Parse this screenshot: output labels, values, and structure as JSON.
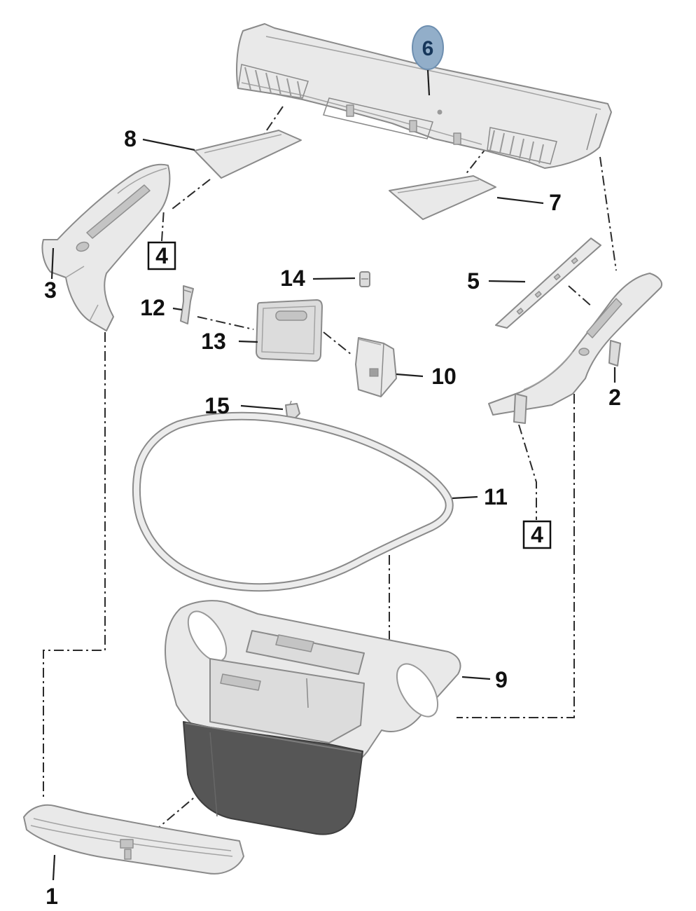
{
  "colors": {
    "background": "#ffffff",
    "part_fill": "#e9e9e9",
    "part_stroke": "#8a8a8a",
    "dark_part_fill": "#565656",
    "leader_line": "#1f1f1f"
  },
  "highlighted_callout": {
    "id": "6",
    "shape": "ellipse",
    "fill": "#92aec9",
    "stroke": "#6e8fb0",
    "text_color": "#16365a"
  },
  "callouts": [
    {
      "id": "6",
      "style": "highlight-ellipse"
    },
    {
      "id": "8",
      "style": "plain"
    },
    {
      "id": "7",
      "style": "plain"
    },
    {
      "id": "3",
      "style": "plain"
    },
    {
      "id": "4",
      "style": "boxed"
    },
    {
      "id": "14",
      "style": "plain"
    },
    {
      "id": "5",
      "style": "plain"
    },
    {
      "id": "12",
      "style": "plain"
    },
    {
      "id": "13",
      "style": "plain"
    },
    {
      "id": "10",
      "style": "plain"
    },
    {
      "id": "2",
      "style": "plain"
    },
    {
      "id": "15",
      "style": "plain"
    },
    {
      "id": "11",
      "style": "plain"
    },
    {
      "id": "4",
      "style": "boxed"
    },
    {
      "id": "9",
      "style": "plain"
    },
    {
      "id": "1",
      "style": "plain"
    }
  ]
}
